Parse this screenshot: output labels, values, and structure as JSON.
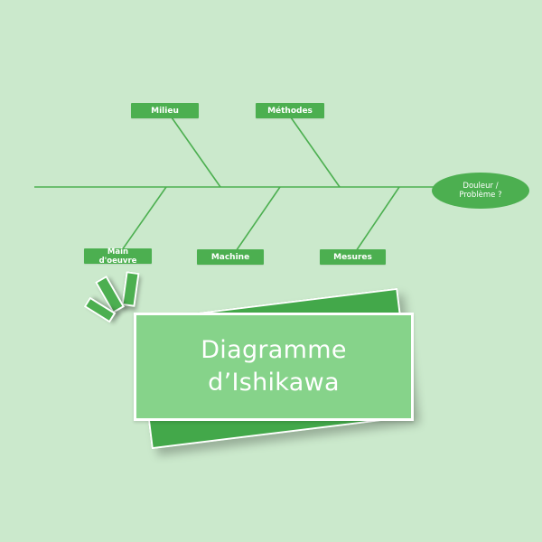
{
  "diagram": {
    "effect_label": "Douleur / Problème ?",
    "causes": {
      "milieu": "Milieu",
      "methodes": "Méthodes",
      "main_line1": "Main",
      "main_line2": "d'oeuvre",
      "machine": "Machine",
      "mesures": "Mesures"
    }
  },
  "title_card": {
    "line1": "Diagramme",
    "line2": "d’Ishikawa"
  },
  "colors": {
    "background": "#cbe9cc",
    "accent": "#4caf50",
    "card_fill": "#86d38a",
    "card_back": "#43a84a",
    "text_on_accent": "#ffffff"
  }
}
